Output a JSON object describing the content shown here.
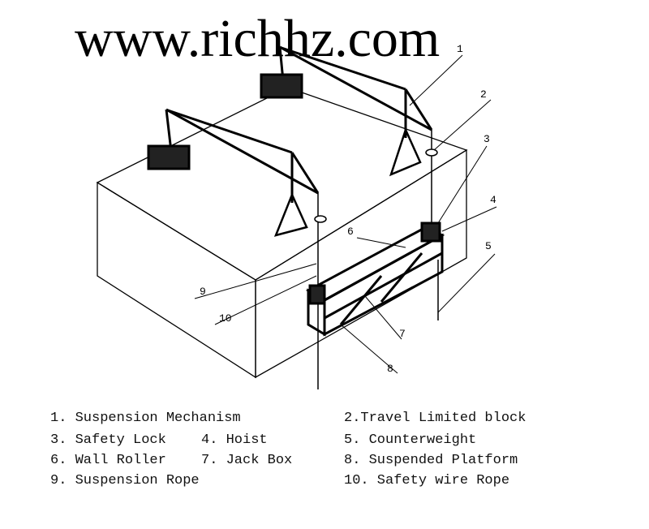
{
  "watermark": "www.richhz.com",
  "callouts": [
    "1",
    "2",
    "3",
    "4",
    "5",
    "6",
    "7",
    "8",
    "9",
    "10"
  ],
  "legend": [
    "1. Suspension Mechanism",
    "2.Travel Limited block",
    "3. Safety Lock",
    "4. Hoist",
    "5. Counterweight",
    "6. Wall Roller",
    "7. Jack Box",
    "8. Suspended Platform",
    "9. Suspension Rope",
    "10. Safety wire Rope"
  ]
}
